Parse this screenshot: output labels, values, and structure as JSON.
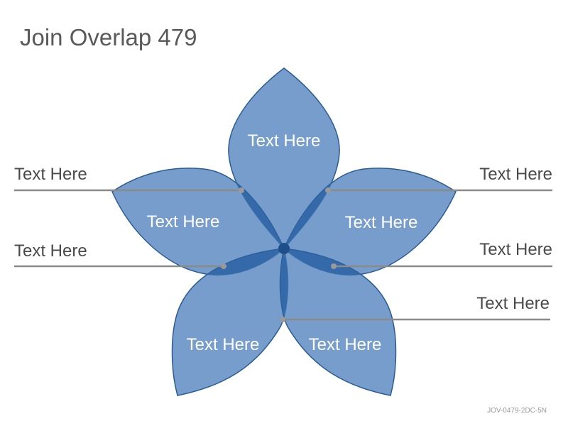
{
  "title": "Join Overlap 479",
  "code": "JOV-0479-2DC-5N",
  "petals": [
    {
      "id": "top",
      "label": "Text Here"
    },
    {
      "id": "upper-left",
      "label": "Text Here"
    },
    {
      "id": "upper-right",
      "label": "Text Here"
    },
    {
      "id": "lower-left",
      "label": "Text Here"
    },
    {
      "id": "lower-right",
      "label": "Text Here"
    }
  ],
  "callouts": [
    {
      "id": "left-1",
      "label": "Text Here"
    },
    {
      "id": "left-2",
      "label": "Text Here"
    },
    {
      "id": "right-1",
      "label": "Text Here"
    },
    {
      "id": "right-2",
      "label": "Text Here"
    },
    {
      "id": "right-3",
      "label": "Text Here"
    }
  ],
  "colors": {
    "petal_fill": "#4f81bd",
    "petal_stroke": "#2a5b93",
    "overlap_fill": "#2e65a6",
    "center_fill": "#1f4f8a",
    "line": "#8a8a8a",
    "dot": "#9a9a9a"
  }
}
